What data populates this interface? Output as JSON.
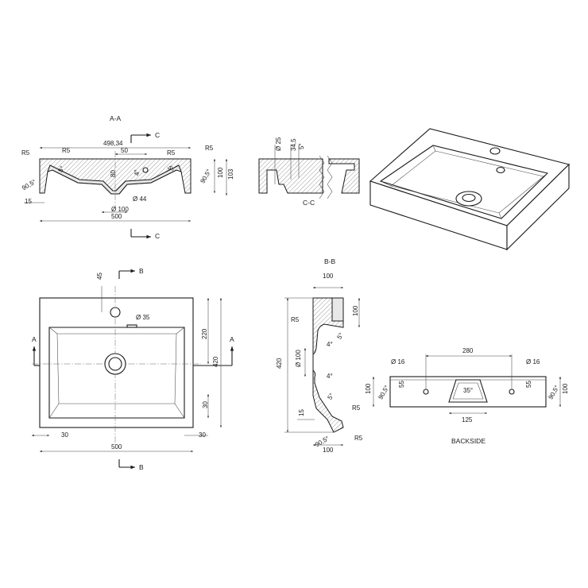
{
  "sections": {
    "aa": "A-A",
    "bb": "B-B",
    "cc": "C-C",
    "backside": "BACKSIDE",
    "c_marker": "C",
    "b_marker": "B",
    "a_marker": "A"
  },
  "section_aa": {
    "overall_width": "500",
    "top_width": "498,34",
    "hole_offset": "50",
    "hole_depth": "80",
    "height_inner": "100",
    "height_outer": "103",
    "drain_dia": "Ø 100",
    "outlet_dia": "Ø 44",
    "rim": "15",
    "wall_angle": "90,5°",
    "floor_angle": "4°",
    "corner_angle": "5°",
    "radius": "R5"
  },
  "section_cc": {
    "hole_dia": "Ø 25",
    "depth": "34,5",
    "angle": "5°"
  },
  "plan": {
    "tap_offset": "45",
    "tap_dia": "Ø 35",
    "depth_to_drain": "220",
    "overall_depth": "420",
    "front_wall": "30",
    "side_wall": "30",
    "side_wall_right": "30",
    "width": "500"
  },
  "section_bb": {
    "top_width": "100",
    "back_height": "100",
    "height": "420",
    "drain_dia": "Ø 100",
    "angle_upper": "4°",
    "angle_lower": "4°",
    "angle_5": "5°",
    "angle_5b": "5°",
    "rim": "15",
    "wall_angle": "90,5°",
    "bottom_width": "100",
    "radius": "R5"
  },
  "backside_view": {
    "hole_spacing": "280",
    "hole_dia_left": "Ø 16",
    "hole_dia_right": "Ø 16",
    "hole_height_left": "55",
    "hole_height_right": "55",
    "slot_angle": "35°",
    "slot_width": "125",
    "height_left": "100",
    "height_right": "100",
    "angle_left": "90,5°",
    "angle_right": "90,5°"
  }
}
